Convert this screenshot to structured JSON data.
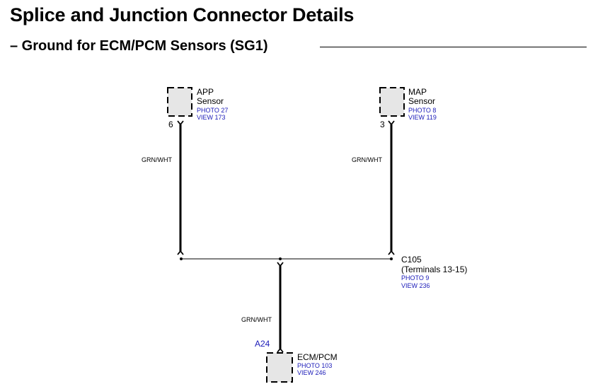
{
  "header": {
    "title": "Splice and Junction Connector Details",
    "subtitle": "– Ground for ECM/PCM Sensors (SG1)"
  },
  "components": {
    "app": {
      "name_line1": "APP",
      "name_line2": "Sensor",
      "photo": "PHOTO 27",
      "view": "VIEW 173",
      "pin": "6"
    },
    "map": {
      "name_line1": "MAP",
      "name_line2": "Sensor",
      "photo": "PHOTO 8",
      "view": "VIEW 119",
      "pin": "3"
    },
    "ecm": {
      "name": "ECM/PCM",
      "photo": "PHOTO 103",
      "view": "VIEW 246",
      "pin": "A24"
    }
  },
  "wires": {
    "app_color": "GRN/WHT",
    "map_color": "GRN/WHT",
    "ecm_color": "GRN/WHT"
  },
  "junction": {
    "name": "C105",
    "terminals": "(Terminals 13-15)",
    "photo": "PHOTO 9",
    "view": "VIEW 236"
  },
  "colors": {
    "reference_text": "#1a1ab8",
    "wire": "#000000",
    "component_fill": "#e6e6e6"
  }
}
